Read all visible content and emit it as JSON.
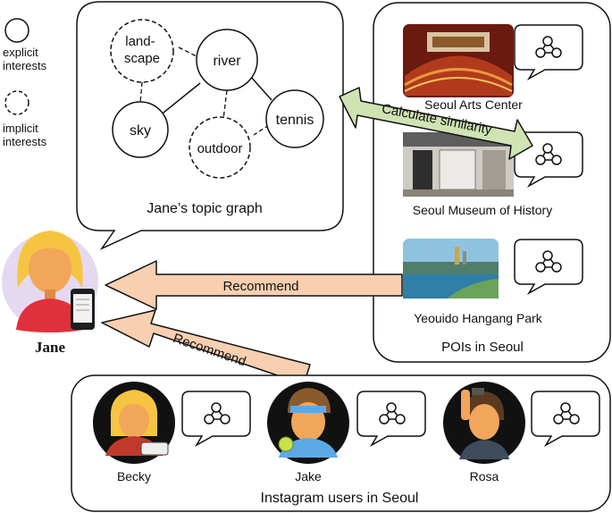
{
  "legend": {
    "explicit": [
      "explicit",
      "interests"
    ],
    "implicit": [
      "implicit",
      "interests"
    ]
  },
  "topic_graph": {
    "caption": "Jane’s topic graph",
    "nodes": {
      "landscape": [
        "land-",
        "scape"
      ],
      "river": "river",
      "sky": "sky",
      "outdoor": "outdoor",
      "tennis": "tennis"
    }
  },
  "similarity_label": "Calculate similarity",
  "pois": {
    "panel_title": "POIs in Seoul",
    "items": [
      "Seoul Arts Center",
      "Seoul Museum of History",
      "Yeouido Hangang Park"
    ]
  },
  "jane": {
    "name": "Jane"
  },
  "recommend_labels": [
    "Recommend",
    "Recommend"
  ],
  "users": {
    "panel_title": "Instagram users in Seoul",
    "items": [
      "Becky",
      "Jake",
      "Rosa"
    ]
  },
  "colors": {
    "recommend_arrow_fill": "#f8cfb0",
    "similarity_arrow_fill": "#cfe3b3",
    "jane_circle": "#e4d9f0",
    "jane_hair": "#f5c542",
    "jane_shirt": "#e0303b",
    "avatar_bg": "#111111"
  }
}
